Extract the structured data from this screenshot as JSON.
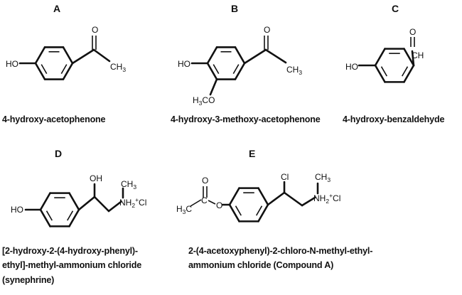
{
  "compounds": [
    {
      "label": "A",
      "name_lines": [
        "4-hydroxy-acetophenone"
      ]
    },
    {
      "label": "B",
      "name_lines": [
        "4-hydroxy-3-methoxy-acetophenone"
      ]
    },
    {
      "label": "C",
      "name_lines": [
        "4-hydroxy-benzaldehyde"
      ]
    },
    {
      "label": "D",
      "name_lines": [
        "[2-hydroxy-2-(4-hydroxy-phenyl)-",
        "ethyl]-methyl-ammonium chloride",
        "(synephrine)"
      ]
    },
    {
      "label": "E",
      "name_lines": [
        "2-(4-acetoxyphenyl)-2-chloro-N-methyl-ethyl-",
        "ammonium chloride (Compound A)"
      ]
    }
  ],
  "atoms": {
    "HO": "HO",
    "O": "O",
    "C": "C",
    "CH": "CH",
    "OH": "OH",
    "Cl": "Cl",
    "CH3": {
      "main": "CH",
      "sub": "3"
    },
    "H3CO": {
      "a": "H",
      "sub": "3",
      "b": "CO"
    },
    "H3C": {
      "a": "H",
      "sub": "3",
      "b": "C"
    },
    "NH2Cl": {
      "a": "NH",
      "sub": "2",
      "sup": "+",
      "b": "Cl"
    }
  },
  "colors": {
    "ester_oxygen": "#5a3360"
  }
}
